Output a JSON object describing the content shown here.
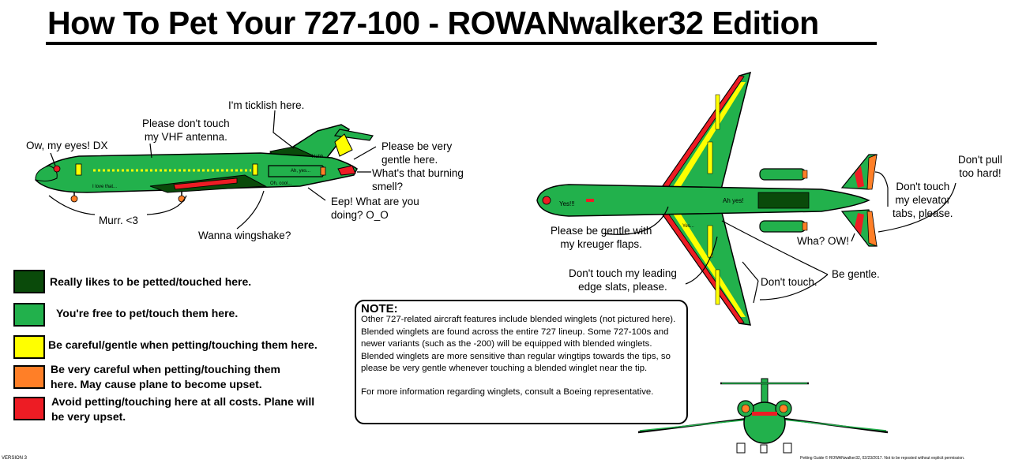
{
  "title": "How To Pet Your 727-100 - ROWANwalker32 Edition",
  "colors": {
    "dark_green": "#0a4a0a",
    "green": "#22b14c",
    "yellow": "#ffff00",
    "orange": "#ff7f27",
    "red": "#ed1c24"
  },
  "side_view": {
    "labels": {
      "eyes": "Ow, my eyes! DX",
      "vhf": "Please don't touch\nmy VHF antenna.",
      "ticklish": "I'm ticklish here.",
      "gentle_tail": "Please be very\ngentle here.",
      "burning": "What's that burning\nsmell?",
      "eep": "Eep! What are you\ndoing? O_O",
      "murr": "Murr. <3",
      "wingshake": "Wanna wingshake?"
    },
    "inline": {
      "hehh": "Hehh...",
      "ah_yes": "Ah, yes...",
      "love_that": "I love that...",
      "oh_cool": "Oh, cool..."
    }
  },
  "top_view": {
    "labels": {
      "dont_pull": "Don't pull\ntoo hard!",
      "elevator": "Don't touch\nmy elevator\ntabs, please.",
      "wha_ow": "Wha? OW!",
      "kreuger": "Please be gentle with\nmy kreuger flaps.",
      "slats": "Don't touch my leading\nedge slats, please.",
      "dont_touch": "Don't touch.",
      "be_gentle": "Be gentle."
    },
    "inline": {
      "yes": "Yes!!!",
      "ah_yes": "Ah yes!",
      "yes_small": "Yes..."
    }
  },
  "legend": [
    {
      "color": "#0a4a0a",
      "text": "Really likes to be petted/touched here."
    },
    {
      "color": "#22b14c",
      "text": "You're free to pet/touch them here."
    },
    {
      "color": "#ffff00",
      "text": "Be careful/gentle when petting/touching them here."
    },
    {
      "color": "#ff7f27",
      "text": "Be very careful when petting/touching them\nhere. May cause plane to become upset."
    },
    {
      "color": "#ed1c24",
      "text": "Avoid petting/touching here at all costs. Plane will\nbe very upset."
    }
  ],
  "note": {
    "heading": "NOTE:",
    "body": "Other 727-related aircraft features include blended winglets (not pictured here). Blended winglets are found across the entire 727 lineup. Some 727-100s and newer variants (such as the -200) will be equipped with blended winglets. Blended winglets are more sensitive than regular wingtips towards the tips, so please be very gentle whenever touching a blended winglet near the tip.",
    "footer": "For more information regarding winglets, consult a Boeing representative."
  },
  "version": "VERSION 3",
  "credit": "Petting Guide © ROWANwalker32, 02/23/2017. Not to be reposted without explicit permission."
}
